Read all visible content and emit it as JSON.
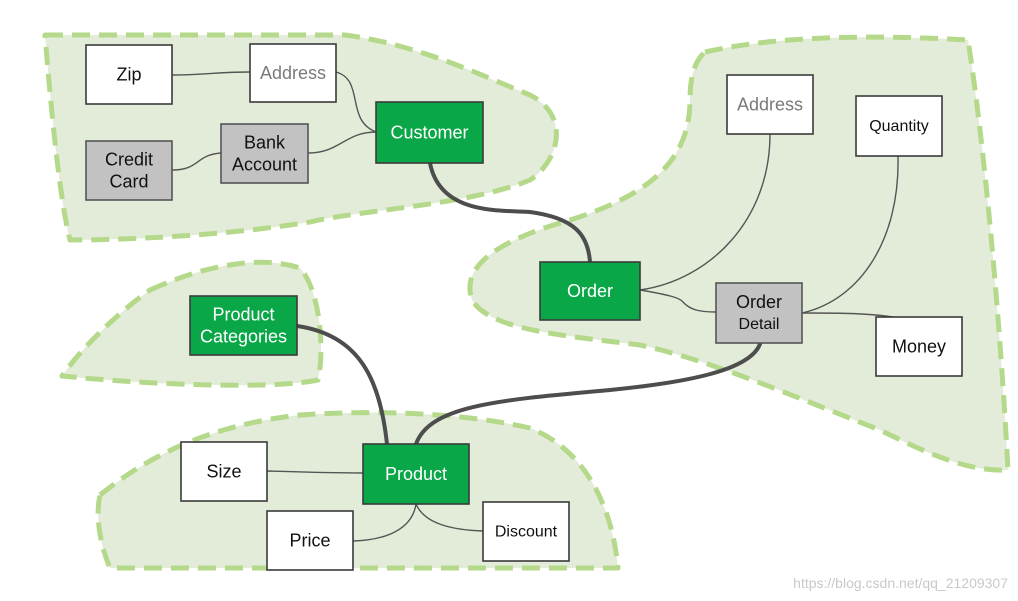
{
  "nodes": {
    "zip": {
      "lines": [
        "Zip"
      ],
      "style": "attr"
    },
    "customer_address": {
      "lines": [
        "Address"
      ],
      "style": "attr-muted"
    },
    "customer": {
      "lines": [
        "Customer"
      ],
      "style": "entity"
    },
    "credit_card": {
      "lines": [
        "Credit",
        "Card"
      ],
      "style": "gray"
    },
    "bank_account": {
      "lines": [
        "Bank",
        "Account"
      ],
      "style": "gray"
    },
    "order_address": {
      "lines": [
        "Address"
      ],
      "style": "attr-muted"
    },
    "quantity": {
      "lines": [
        "Quantity"
      ],
      "style": "attr"
    },
    "order": {
      "lines": [
        "Order"
      ],
      "style": "entity"
    },
    "order_detail": {
      "lines": [
        "Order",
        "Detail"
      ],
      "style": "gray"
    },
    "money": {
      "lines": [
        "Money"
      ],
      "style": "attr"
    },
    "product_categories": {
      "lines": [
        "Product",
        "Categories"
      ],
      "style": "entity"
    },
    "product": {
      "lines": [
        "Product"
      ],
      "style": "entity"
    },
    "size": {
      "lines": [
        "Size"
      ],
      "style": "attr"
    },
    "price": {
      "lines": [
        "Price"
      ],
      "style": "attr"
    },
    "discount": {
      "lines": [
        "Discount"
      ],
      "style": "attr"
    }
  },
  "edges": [
    {
      "from": "zip",
      "to": "customer_address",
      "weight": "thin"
    },
    {
      "from": "customer_address",
      "to": "customer",
      "weight": "thin"
    },
    {
      "from": "credit_card",
      "to": "bank_account",
      "weight": "thin"
    },
    {
      "from": "bank_account",
      "to": "customer",
      "weight": "thin"
    },
    {
      "from": "customer",
      "to": "order",
      "weight": "thick"
    },
    {
      "from": "order_address",
      "to": "order",
      "weight": "thin"
    },
    {
      "from": "order",
      "to": "order_detail",
      "weight": "thin"
    },
    {
      "from": "quantity",
      "to": "order_detail",
      "weight": "thin"
    },
    {
      "from": "order_detail",
      "to": "money",
      "weight": "thin"
    },
    {
      "from": "order_detail",
      "to": "product",
      "weight": "thick"
    },
    {
      "from": "product_categories",
      "to": "product",
      "weight": "thick"
    },
    {
      "from": "size",
      "to": "product",
      "weight": "thin"
    },
    {
      "from": "product",
      "to": "price",
      "weight": "thin"
    },
    {
      "from": "product",
      "to": "discount",
      "weight": "thin"
    }
  ],
  "colors": {
    "entity_fill": "#0aa748",
    "gray_fill": "#c2c2c2",
    "region_fill": "#e3ecd9",
    "region_stroke": "#b5d98a",
    "link_color": "#4d4d4d"
  },
  "watermark": "https://blog.csdn.net/qq_21209307"
}
